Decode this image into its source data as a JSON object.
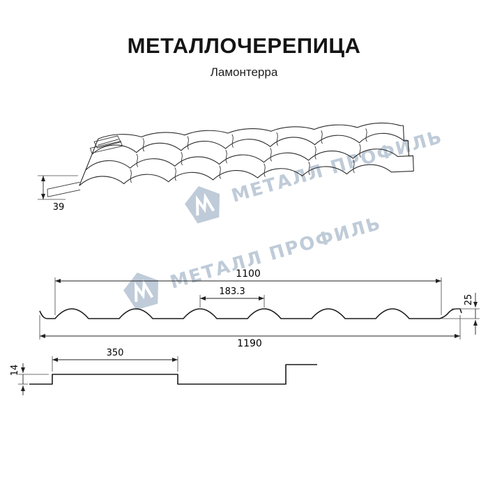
{
  "header": {
    "title": "МЕТАЛЛОЧЕРЕПИЦА",
    "subtitle": "Ламонтерра"
  },
  "watermark": {
    "text": "МЕТАЛЛ ПРОФИЛЬ",
    "color": "#b4c3d2"
  },
  "diagram": {
    "perspective": {
      "profile_height": "39"
    },
    "cross_section": {
      "working_width": "1100",
      "wave_pitch": "183.3",
      "profile_height": "25",
      "full_width": "1190"
    },
    "step_profile": {
      "module_length": "350",
      "step_height": "14"
    }
  }
}
